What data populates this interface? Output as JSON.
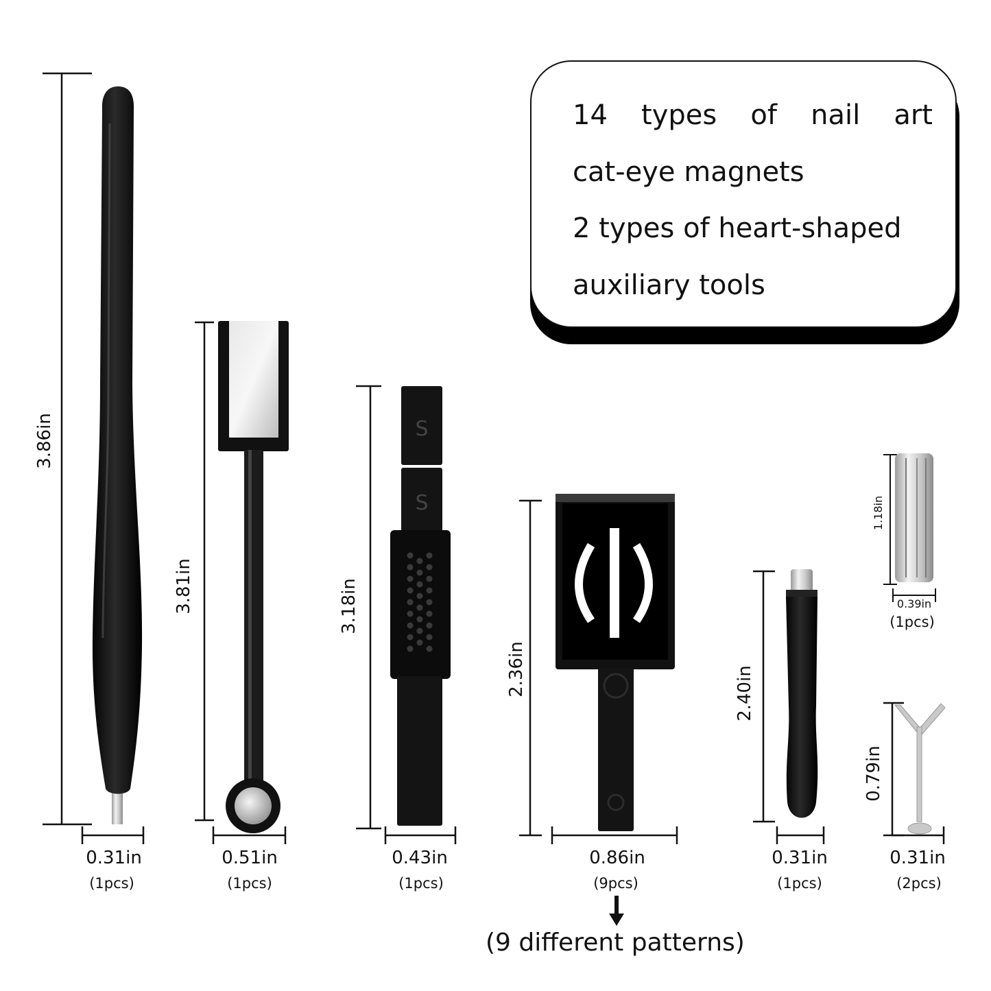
{
  "callout": {
    "lines": [
      "14 types of nail art",
      "cat-eye magnets",
      "2 types of heart-shaped",
      "auxiliary tools"
    ]
  },
  "items": [
    {
      "name": "dotting-pen-magnet",
      "height": "3.86in",
      "width": "0.31in",
      "qty": "(1pcs)"
    },
    {
      "name": "square-head-stick-magnet",
      "height": "3.81in",
      "width": "0.51in",
      "qty": "(1pcs)"
    },
    {
      "name": "double-end-magnet",
      "height": "3.18in",
      "width": "0.43in",
      "qty": "(1pcs)"
    },
    {
      "name": "pattern-plate-magnet",
      "height": "2.36in",
      "width": "0.86in",
      "qty": "(9pcs)"
    },
    {
      "name": "cylinder-handle-magnet",
      "height": "2.40in",
      "width": "0.31in",
      "qty": "(1pcs)"
    },
    {
      "name": "bar-magnet",
      "height": "1.18in",
      "width": "0.39in",
      "qty": "(1pcs)"
    },
    {
      "name": "y-shaped-tool",
      "height": "0.79in",
      "width": "0.31in",
      "qty": "(2pcs)"
    }
  ],
  "patterns_note": "(9 different patterns)",
  "colors": {
    "product_black": "#0e0e0e",
    "metal_silver": "#c8c8c8",
    "background": "#ffffff"
  }
}
